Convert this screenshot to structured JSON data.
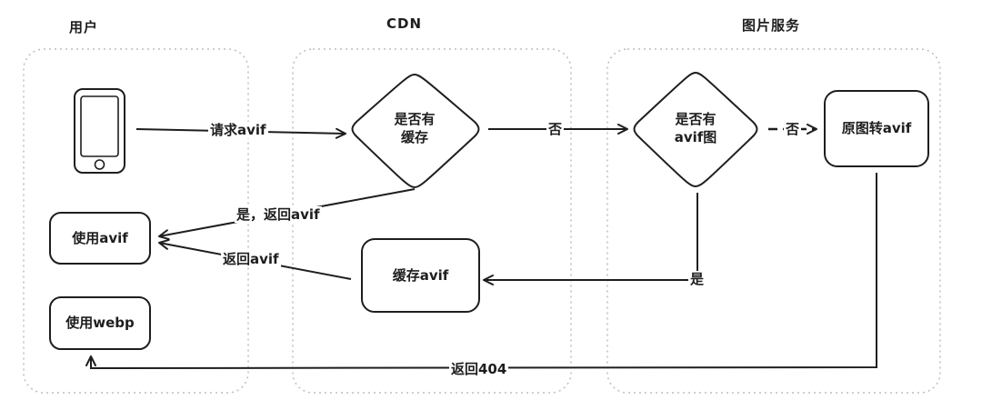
{
  "lanes": {
    "user": "用户",
    "cdn": "CDN",
    "image_service": "图片服务"
  },
  "nodes": {
    "cdn_cache_check": [
      "是否有",
      "缓存"
    ],
    "service_avif_check": [
      "是否有",
      "avif图"
    ],
    "convert_avif": "原图转avif",
    "use_avif": "使用avif",
    "use_webp": "使用webp",
    "cache_avif": "缓存avif"
  },
  "edges": {
    "request_avif": "请求avif",
    "no_cdn": "否",
    "no_service": "否",
    "yes_return_avif": "是，返回avif",
    "return_avif": "返回avif",
    "yes_service": "是",
    "return_404": "返回404"
  },
  "colors": {
    "stroke": "#1e1e1e",
    "lane_border": "#bdbdbd",
    "background": "#ffffff"
  }
}
